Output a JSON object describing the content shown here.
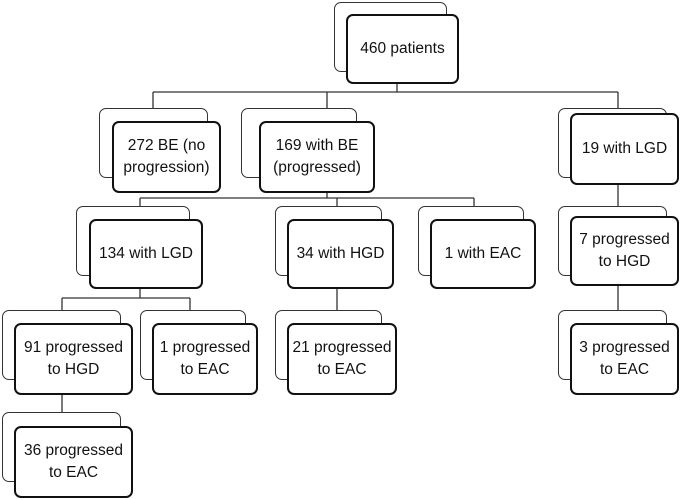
{
  "nodes": {
    "root": "460 patients",
    "no_progression": "272 BE (no\nprogression)",
    "progressed": "169 with BE\n(progressed)",
    "lgd_19": "19 with LGD",
    "lgd_134": "134 with LGD",
    "hgd_34": "34 with HGD",
    "eac_1": "1 with EAC",
    "hgd_7": "7 progressed\nto HGD",
    "hgd_91": "91 progressed\nto HGD",
    "eac_1p": "1 progressed\nto EAC",
    "eac_21": "21 progressed\nto EAC",
    "eac_3": "3 progressed\nto EAC",
    "eac_36": "36 progressed\nto EAC"
  }
}
